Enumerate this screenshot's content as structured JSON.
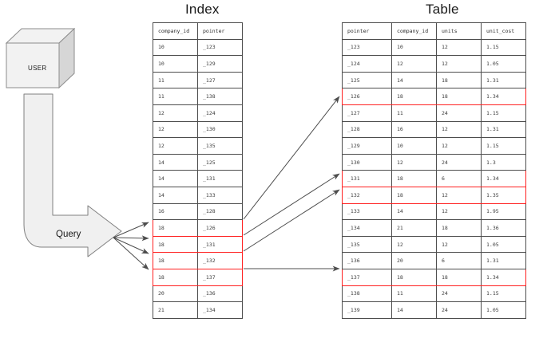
{
  "titles": {
    "index": "Index",
    "table": "Table"
  },
  "shapes": {
    "user_label": "USER",
    "query_label": "Query"
  },
  "index_table": {
    "headers": [
      "company_id",
      "pointer"
    ],
    "rows": [
      {
        "company_id": "10",
        "pointer": "_123",
        "highlight": false
      },
      {
        "company_id": "10",
        "pointer": "_129",
        "highlight": false
      },
      {
        "company_id": "11",
        "pointer": "_127",
        "highlight": false
      },
      {
        "company_id": "11",
        "pointer": "_138",
        "highlight": false
      },
      {
        "company_id": "12",
        "pointer": "_124",
        "highlight": false
      },
      {
        "company_id": "12",
        "pointer": "_130",
        "highlight": false
      },
      {
        "company_id": "12",
        "pointer": "_135",
        "highlight": false
      },
      {
        "company_id": "14",
        "pointer": "_125",
        "highlight": false
      },
      {
        "company_id": "14",
        "pointer": "_131",
        "highlight": false
      },
      {
        "company_id": "14",
        "pointer": "_133",
        "highlight": false
      },
      {
        "company_id": "16",
        "pointer": "_128",
        "highlight": false
      },
      {
        "company_id": "18",
        "pointer": "_126",
        "highlight": true
      },
      {
        "company_id": "18",
        "pointer": "_131",
        "highlight": true
      },
      {
        "company_id": "18",
        "pointer": "_132",
        "highlight": true
      },
      {
        "company_id": "18",
        "pointer": "_137",
        "highlight": true
      },
      {
        "company_id": "20",
        "pointer": "_136",
        "highlight": false
      },
      {
        "company_id": "21",
        "pointer": "_134",
        "highlight": false
      }
    ]
  },
  "data_table": {
    "headers": [
      "pointer",
      "company_id",
      "units",
      "unit_cost"
    ],
    "rows": [
      {
        "pointer": "_123",
        "company_id": "10",
        "units": "12",
        "unit_cost": "1.15",
        "highlight": false
      },
      {
        "pointer": "_124",
        "company_id": "12",
        "units": "12",
        "unit_cost": "1.05",
        "highlight": false
      },
      {
        "pointer": "_125",
        "company_id": "14",
        "units": "18",
        "unit_cost": "1.31",
        "highlight": false
      },
      {
        "pointer": "_126",
        "company_id": "18",
        "units": "18",
        "unit_cost": "1.34",
        "highlight": true
      },
      {
        "pointer": "_127",
        "company_id": "11",
        "units": "24",
        "unit_cost": "1.15",
        "highlight": false
      },
      {
        "pointer": "_128",
        "company_id": "16",
        "units": "12",
        "unit_cost": "1.31",
        "highlight": false
      },
      {
        "pointer": "_129",
        "company_id": "10",
        "units": "12",
        "unit_cost": "1.15",
        "highlight": false
      },
      {
        "pointer": "_130",
        "company_id": "12",
        "units": "24",
        "unit_cost": "1.3",
        "highlight": false
      },
      {
        "pointer": "_131",
        "company_id": "18",
        "units": "6",
        "unit_cost": "1.34",
        "highlight": true
      },
      {
        "pointer": "_132",
        "company_id": "18",
        "units": "12",
        "unit_cost": "1.35",
        "highlight": true
      },
      {
        "pointer": "_133",
        "company_id": "14",
        "units": "12",
        "unit_cost": "1.95",
        "highlight": false
      },
      {
        "pointer": "_134",
        "company_id": "21",
        "units": "18",
        "unit_cost": "1.36",
        "highlight": false
      },
      {
        "pointer": "_135",
        "company_id": "12",
        "units": "12",
        "unit_cost": "1.05",
        "highlight": false
      },
      {
        "pointer": "_136",
        "company_id": "20",
        "units": "6",
        "unit_cost": "1.31",
        "highlight": false
      },
      {
        "pointer": "_137",
        "company_id": "18",
        "units": "18",
        "unit_cost": "1.34",
        "highlight": true
      },
      {
        "pointer": "_138",
        "company_id": "11",
        "units": "24",
        "unit_cost": "1.15",
        "highlight": false
      },
      {
        "pointer": "_139",
        "company_id": "14",
        "units": "24",
        "unit_cost": "1.05",
        "highlight": false
      }
    ]
  },
  "colors": {
    "highlight": "#ff2020",
    "grid_border": "#4d4d4d",
    "shape_fill": "#f0f0f0",
    "shape_stroke": "#808080",
    "arrow": "#4d4d4d",
    "text": "#3c3c3c"
  }
}
